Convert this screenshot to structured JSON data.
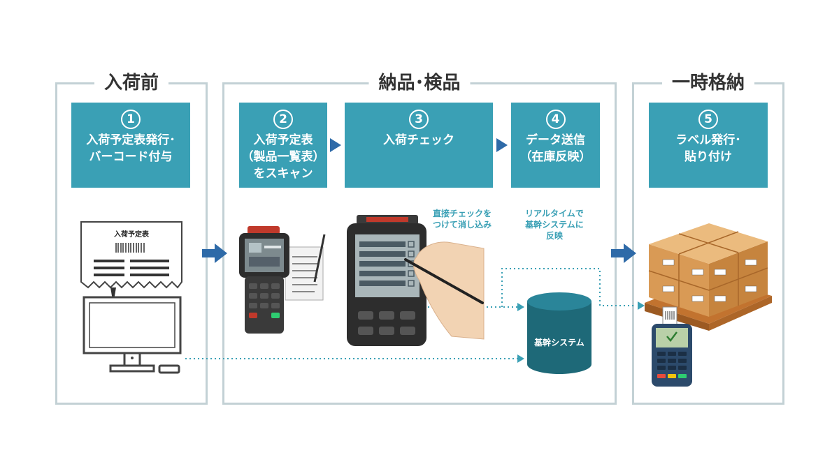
{
  "sections": {
    "before_arrival": "入荷前",
    "delivery_inspection": "納品･検品",
    "temporary_storage": "一時格納"
  },
  "steps": [
    {
      "num": "1",
      "label": "入荷予定表発行･\nバーコード付与"
    },
    {
      "num": "2",
      "label": "入荷予定表\n（製品一覧表）\nをスキャン"
    },
    {
      "num": "3",
      "label": "入荷チェック"
    },
    {
      "num": "4",
      "label": "データ送信\n（在庫反映）"
    },
    {
      "num": "5",
      "label": "ラベル発行･\n貼り付け"
    }
  ],
  "notes": {
    "direct_check": "直接チェックを\nつけて消し込み",
    "realtime": "リアルタイムで\n基幹システムに\n反映"
  },
  "document_title": "入荷予定表",
  "core_system_label": "基幹システム",
  "colors": {
    "step_box": "#3aa0b5",
    "frame_border": "#c3d1d5",
    "arrow": "#2e6aa8",
    "database": "#1e6978",
    "box_cardboard": "#d99a55",
    "pallet": "#c2732f"
  }
}
